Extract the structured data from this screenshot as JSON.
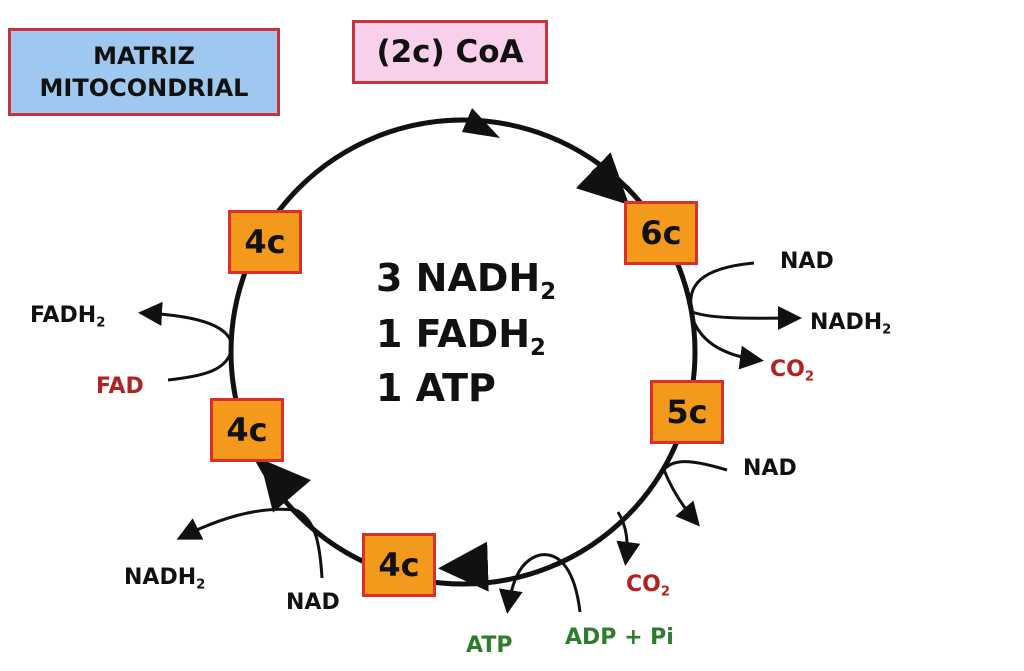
{
  "matriz": {
    "line1": "MATRIZ",
    "line2": "MITOCONDRIAL"
  },
  "coa": "(2c) CoA",
  "nodes": {
    "top_right": "6c",
    "right": "5c",
    "bottom": "4c",
    "left_lower": "4c",
    "left_upper": "4c"
  },
  "center": {
    "line1": {
      "text": "3 NADH",
      "sub": "2"
    },
    "line2": {
      "text": "1 FADH",
      "sub": "2"
    },
    "line3": {
      "text": "1 ATP"
    }
  },
  "labels": {
    "nad_1": "NAD",
    "nadh2_1": {
      "text": "NADH",
      "sub": "2"
    },
    "co2_1": {
      "text": "CO",
      "sub": "2"
    },
    "nad_2": "NAD",
    "co2_2": {
      "text": "CO",
      "sub": "2"
    },
    "atp": "ATP",
    "adp_pi": "ADP + Pi",
    "nad_3": "NAD",
    "nadh2_3": {
      "text": "NADH",
      "sub": "2"
    },
    "fadh2": {
      "text": "FADH",
      "sub": "2"
    },
    "fad": "FAD"
  },
  "colors": {
    "node_fill": "#f39a1c",
    "node_border": "#d9302c",
    "red_text": "#b22222",
    "green_text": "#2e7d2e"
  }
}
